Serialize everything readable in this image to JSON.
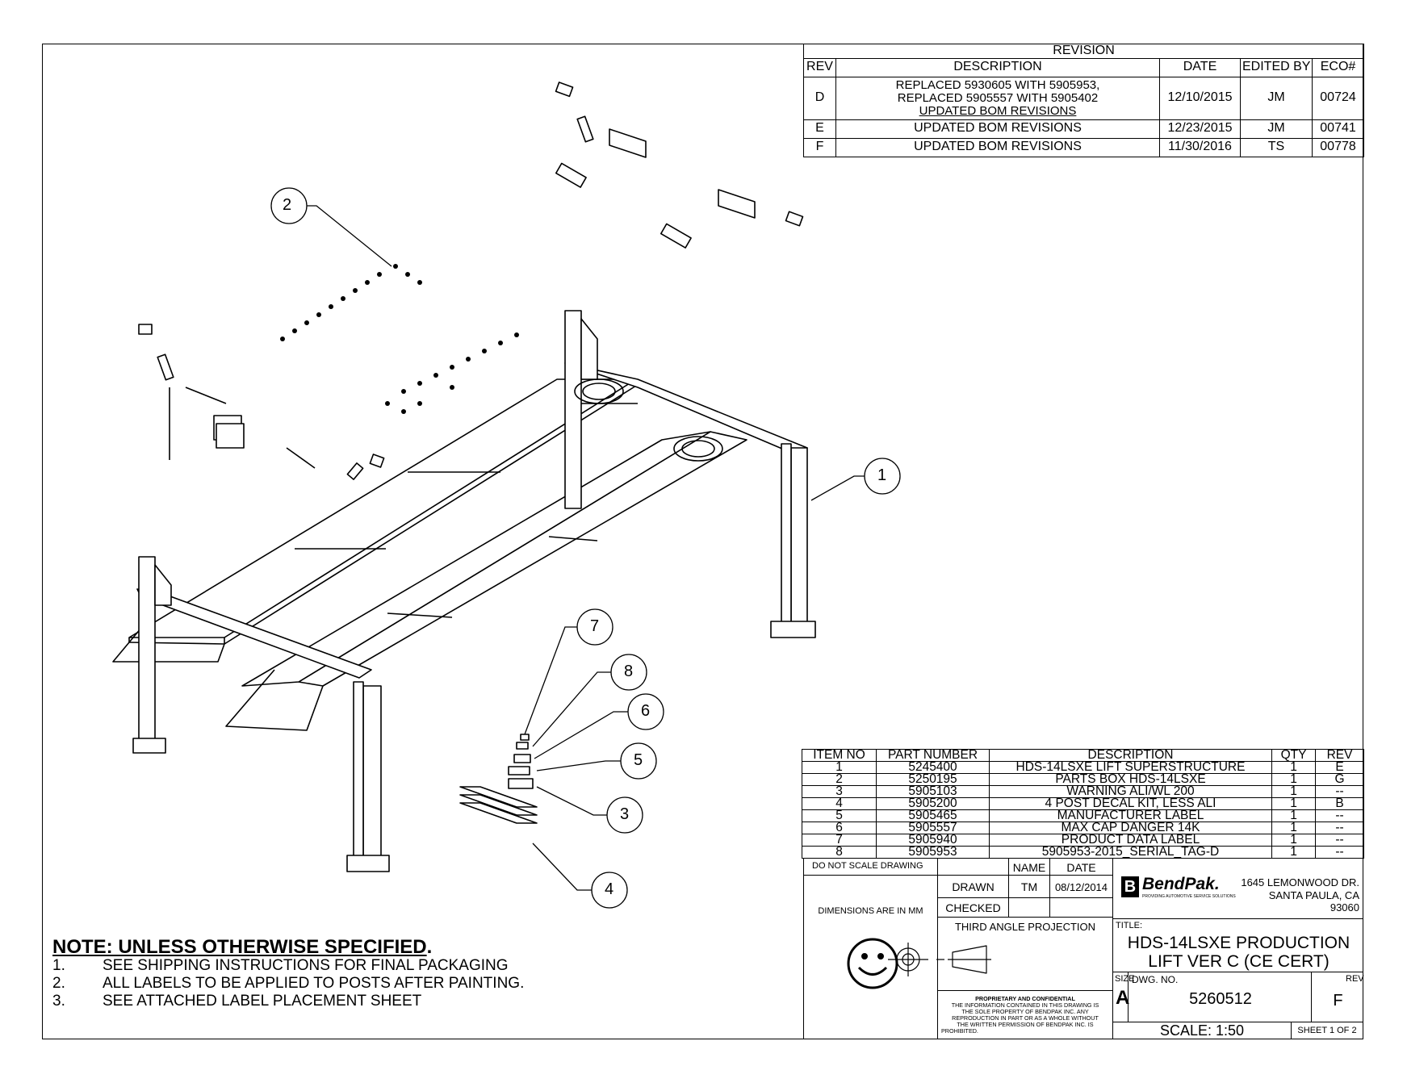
{
  "revision_block": {
    "title": "REVISION",
    "headers": [
      "REV",
      "DESCRIPTION",
      "DATE",
      "EDITED BY",
      "ECO#"
    ],
    "rows": [
      {
        "rev": "D",
        "description": [
          "REPLACED 5930605 WITH 5905953,",
          "REPLACED 5905557 WITH 5905402",
          "UPDATED BOM REVISIONS"
        ],
        "date": "12/10/2015",
        "edited_by": "JM",
        "eco": "00724"
      },
      {
        "rev": "E",
        "description": [
          "UPDATED BOM REVISIONS"
        ],
        "date": "12/23/2015",
        "edited_by": "JM",
        "eco": "00741"
      },
      {
        "rev": "F",
        "description": [
          "UPDATED BOM REVISIONS"
        ],
        "date": "11/30/2016",
        "edited_by": "TS",
        "eco": "00778"
      }
    ]
  },
  "bom": {
    "headers": [
      "ITEM NO",
      "PART NUMBER",
      "DESCRIPTION",
      "QTY",
      "REV"
    ],
    "rows": [
      {
        "item": "1",
        "part": "5245400",
        "desc": "HDS-14LSXE LIFT SUPERSTRUCTURE",
        "qty": "1",
        "rev": "E"
      },
      {
        "item": "2",
        "part": "5250195",
        "desc": "PARTS BOX HDS-14LSXE",
        "qty": "1",
        "rev": "G"
      },
      {
        "item": "3",
        "part": "5905103",
        "desc": "WARNING ALI/WL 200",
        "qty": "1",
        "rev": "--"
      },
      {
        "item": "4",
        "part": "5905200",
        "desc": "4 POST DECAL KIT, LESS ALI",
        "qty": "1",
        "rev": "B"
      },
      {
        "item": "5",
        "part": "5905465",
        "desc": "MANUFACTURER LABEL",
        "qty": "1",
        "rev": "--"
      },
      {
        "item": "6",
        "part": "5905557",
        "desc": "MAX CAP DANGER 14K",
        "qty": "1",
        "rev": "--"
      },
      {
        "item": "7",
        "part": "5905940",
        "desc": "PRODUCT DATA LABEL",
        "qty": "1",
        "rev": "--"
      },
      {
        "item": "8",
        "part": "5905953",
        "desc": "5905953-2015_SERIAL_TAG-D",
        "qty": "1",
        "rev": "--"
      }
    ]
  },
  "callouts": [
    "1",
    "2",
    "3",
    "4",
    "5",
    "6",
    "7",
    "8"
  ],
  "notes": {
    "title": "NOTE: UNLESS OTHERWISE SPECIFIED",
    "title_suffix": ".",
    "items": [
      {
        "num": "1.",
        "text": "SEE SHIPPING INSTRUCTIONS FOR FINAL PACKAGING"
      },
      {
        "num": "2.",
        "text": "ALL LABELS TO BE APPLIED TO POSTS AFTER PAINTING."
      },
      {
        "num": "3.",
        "text": "SEE ATTACHED LABEL PLACEMENT SHEET"
      }
    ]
  },
  "title_block": {
    "do_not_scale": "DO NOT SCALE DRAWING",
    "dimensions": "DIMENSIONS ARE IN MM",
    "name_header": "NAME",
    "date_header": "DATE",
    "drawn_label": "DRAWN",
    "drawn_name": "TM",
    "drawn_date": "08/12/2014",
    "checked_label": "CHECKED",
    "projection": "THIRD ANGLE PROJECTION",
    "proprietary_title": "PROPRIETARY AND CONFIDENTIAL",
    "proprietary_text": [
      "THE INFORMATION CONTAINED IN THIS DRAWING IS",
      "THE SOLE PROPERTY OF BENDPAK INC. ANY",
      "REPRODUCTION IN PART OR AS A WHOLE WITHOUT",
      "THE WRITTEN PERMISSION OF BENDPAK INC. IS",
      "PROHIBITED."
    ],
    "logo_text": "BendPak.",
    "logo_tagline": "PROVIDING AUTOMOTIVE SERVICE SOLUTIONS",
    "address_1": "1645 LEMONWOOD DR.",
    "address_2": "SANTA PAULA, CA 93060",
    "title_label": "TITLE:",
    "title_1": "HDS-14LSXE PRODUCTION",
    "title_2": "LIFT VER C (CE CERT)",
    "size_label": "SIZE",
    "size": "A",
    "dwg_label": "DWG.  NO.",
    "dwg_no": "5260512",
    "rev_label": "REV",
    "rev": "F",
    "scale": "SCALE: 1:50",
    "sheet": "SHEET 1 OF 2",
    "smiley_icon": "smiley-face-icon"
  }
}
